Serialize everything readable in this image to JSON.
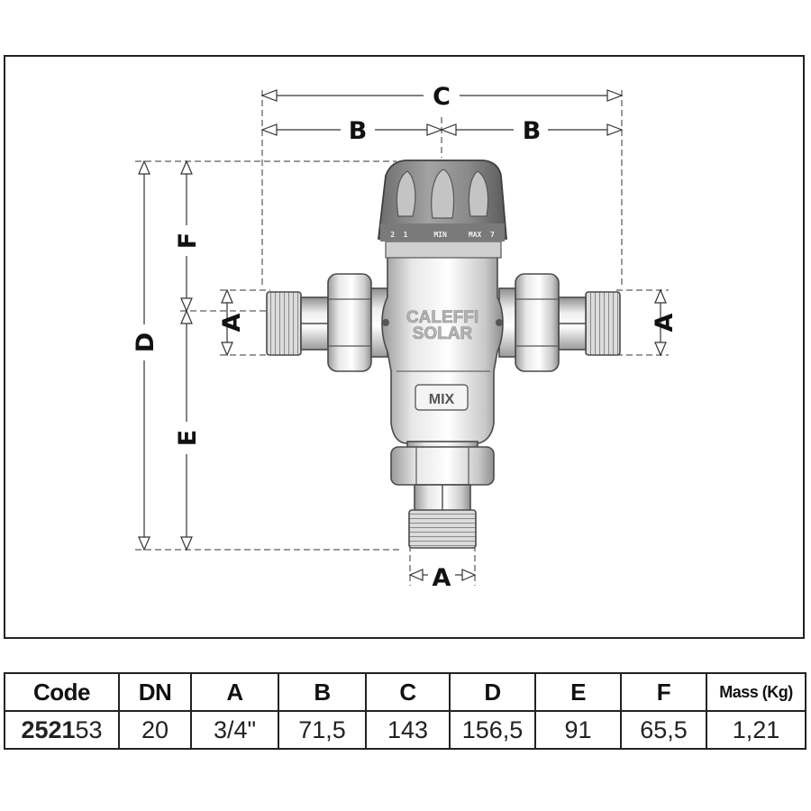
{
  "diagram": {
    "dimension_labels": {
      "A_top_left": "A",
      "A_top_right": "A",
      "A_bottom": "A",
      "B_left": "B",
      "B_right": "B",
      "C": "C",
      "D": "D",
      "E": "E",
      "F": "F"
    },
    "valve": {
      "brand_line1": "CALEFFI",
      "brand_line2": "SOLAR",
      "mix_label": "MIX",
      "knob_scale": "2  1      MIN     MAX  7"
    }
  },
  "table": {
    "headers": [
      "Code",
      "DN",
      "A",
      "B",
      "C",
      "D",
      "E",
      "F",
      "Mass (Kg)"
    ],
    "row": {
      "code_bold": "2521",
      "code_regular": "53",
      "values": [
        "20",
        "3/4\"",
        "71,5",
        "143",
        "156,5",
        "91",
        "65,5",
        "1,21"
      ]
    }
  }
}
